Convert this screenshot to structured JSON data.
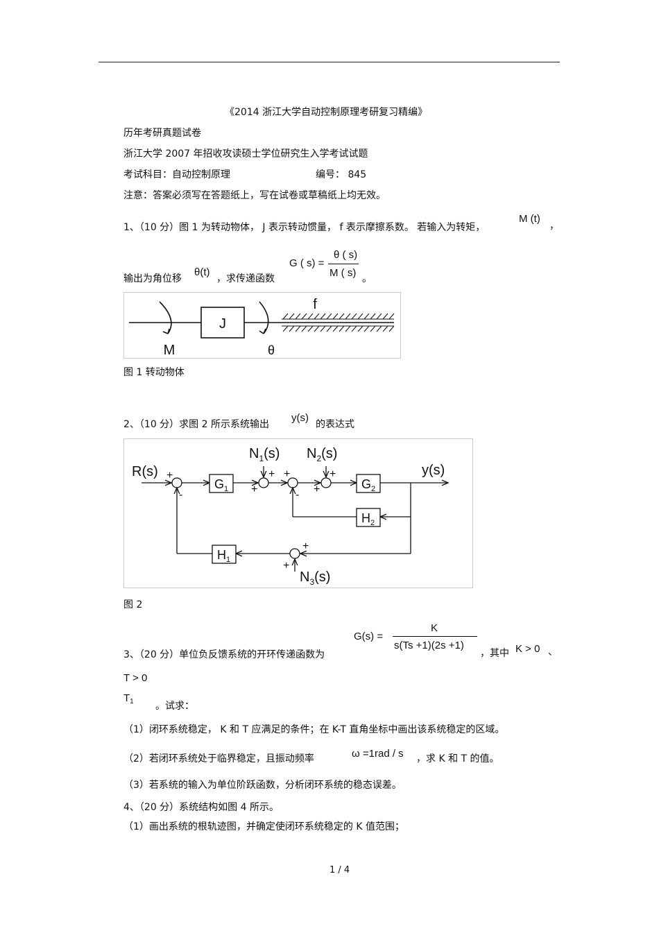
{
  "page": {
    "title": "《2014 浙江大学自动控制原理考研复习精编》",
    "line1": "历年考研真题试卷",
    "line2": "浙江大学  2007 年招收攻读硕士学位研究生入学考试试题",
    "subject_label": "考试科目：自动控制原理",
    "code_label": "编号：  845",
    "notice": "注意：答案必须写在答题纸上，写在试卷或草稿纸上均无效。",
    "footer": "1 / 4"
  },
  "q1": {
    "text_a": "1、（10 分）图 1 为转动物体，    J 表示转动惯量，   f 表示摩擦系数。  若输入为转矩，",
    "input_sym": "M (t)",
    "comma": "，",
    "text_b": "输出为角位移",
    "output_sym": "θ(t)",
    "text_c": "，求传递函数",
    "tf_lhs": "G ( s)  =",
    "tf_num": "θ ( s)",
    "tf_den": "M ( s)",
    "text_d": "。",
    "fig_caption": "图 1  转动物体",
    "fig": {
      "J": "J",
      "f": "f",
      "M": "M",
      "theta": "θ"
    }
  },
  "q2": {
    "text_a": "2、（10 分）求图   2 所示系统输出",
    "out_sym": "y(s)",
    "text_b": "的表达式",
    "fig_caption": "图 2",
    "fig": {
      "R": "R(s)",
      "Y": "y(s)",
      "N1": "N",
      "N1_sub": "1",
      "N1_tail": "(s)",
      "N2": "N",
      "N2_sub": "2",
      "N2_tail": "(s)",
      "N3": "N",
      "N3_sub": "3",
      "N3_tail": "(s)",
      "G1": "G",
      "G1_sub": "1",
      "G2": "G",
      "G2_sub": "2",
      "H1": "H",
      "H1_sub": "1",
      "H2": "H",
      "H2_sub": "2",
      "plus": "+",
      "minus": "-"
    }
  },
  "q3": {
    "text_a": "3、（20 分）单位负反馈系统的开环传递函数为",
    "tf_lhs": "G(s)  =",
    "tf_num": "K",
    "tf_den": "s(Ts +1)(2s +1)",
    "text_b": "，其中",
    "cond1": "K  > 0",
    "sep": "、",
    "cond2": "T  > 0",
    "t1": "T",
    "t1_sub": "1",
    "text_c": "。试求：",
    "sub1": "（1）闭环系统稳定，    K 和  T 应满足的条件；在    K-T 直角坐标中画出该系统稳定的区域。",
    "sub2_a": "（2）若闭环系统处于临界稳定，且振动频率",
    "sub2_omega": "ω  =1rad  / s",
    "sub2_b": "，求  K 和  T 的值。",
    "sub3": "（3）若系统的输入为单位阶跃函数，分析闭环系统的稳态误差。"
  },
  "q4": {
    "text_a": "4、（20 分）系统结构如图     4 所示。",
    "sub1": "（1）画出系统的根轨迹图，并确定使闭环系统稳定的          K 值范围；"
  }
}
